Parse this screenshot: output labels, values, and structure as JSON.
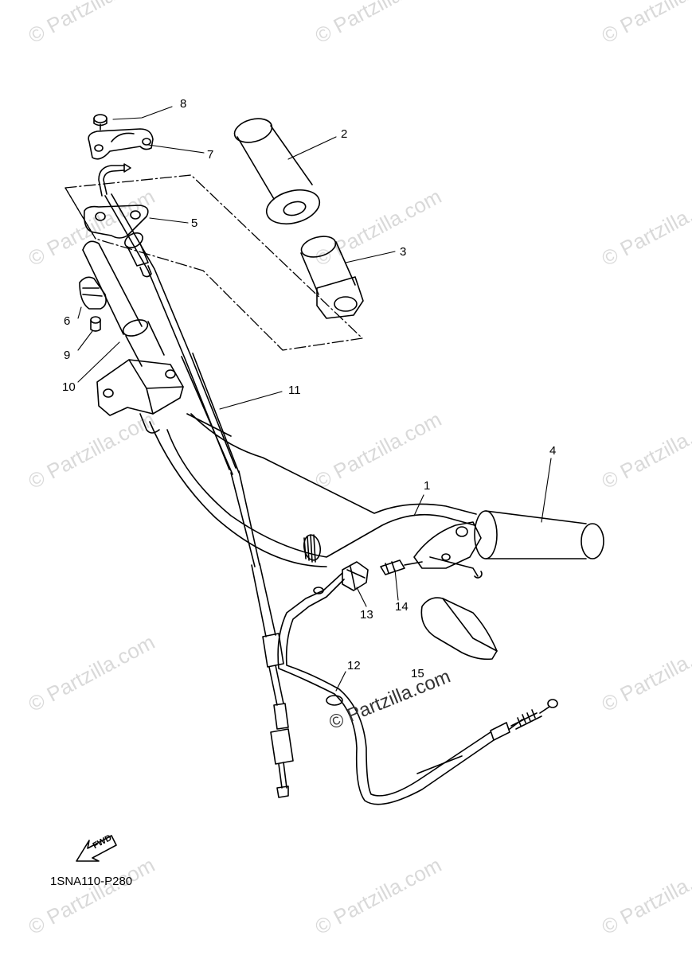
{
  "watermark": "© Partzilla.com",
  "overlay_watermark": "© Partzilla.com",
  "document_code": "1SNA110-P280",
  "fwd_label": "FWD",
  "callouts": {
    "c1": "1",
    "c2": "2",
    "c3": "3",
    "c4": "4",
    "c5": "5",
    "c6": "6",
    "c7": "7",
    "c8": "8",
    "c9": "9",
    "c10": "10",
    "c11": "11",
    "c12": "12",
    "c13": "13",
    "c14": "14",
    "c15": "15"
  }
}
